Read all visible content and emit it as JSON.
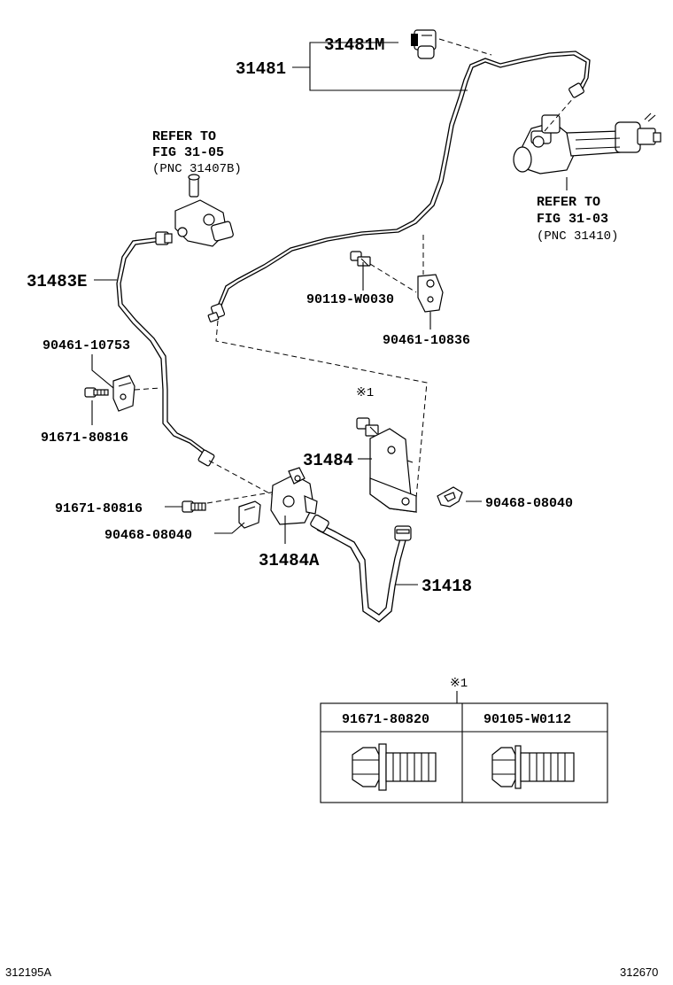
{
  "labels": {
    "p31481m": "31481M",
    "p31481": "31481",
    "p31483e": "31483E",
    "p31484": "31484",
    "p31484a": "31484A",
    "p31418": "31418",
    "p90119": "90119-W0030",
    "p90461_10836": "90461-10836",
    "p90461_10753": "90461-10753",
    "p91671_80816_a": "91671-80816",
    "p91671_80816_b": "91671-80816",
    "p90468_a": "90468-08040",
    "p90468_b": "90468-08040"
  },
  "refer_top": {
    "line1": "REFER TO",
    "line2": "FIG 31-05",
    "line3": "(PNC 31407B)"
  },
  "refer_right": {
    "line1": "REFER TO",
    "line2": "FIG 31-03",
    "line3": "(PNC 31410)"
  },
  "notes": {
    "mark_bolt": "※1",
    "mark_table": "※1"
  },
  "table": {
    "col1": "91671-80820",
    "col2": "90105-W0112"
  },
  "footer": {
    "left": "312195A",
    "right": "312670"
  }
}
